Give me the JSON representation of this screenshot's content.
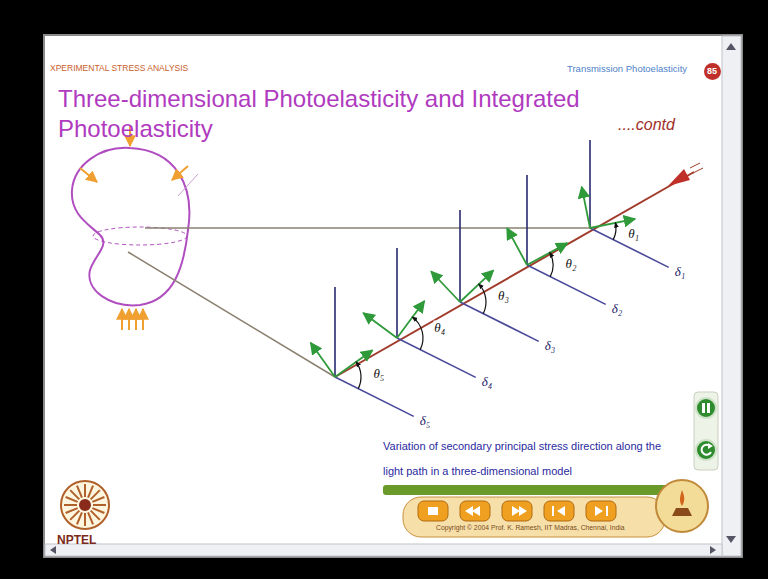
{
  "diagram": {
    "title": "Three-dimensional Photoelasticity and Integrated Photoelasticity",
    "caption": "Variation of secondary principal stress direction along the light path in a three-dimensional model",
    "nodes": [
      {
        "text": [
          "85"
        ]
      }
    ],
    "labels": [
      "XPERIMENTAL STRESS ANALYSIS",
      "Transmission Photoelasticity",
      "....contd",
      "θ₁",
      "θ₂",
      "θ₃",
      "θ₄",
      "θ₅",
      "δ₁",
      "δ₂",
      "δ₃",
      "δ₄",
      "δ₅",
      "NPTEL",
      "Copyright © 2004 Prof. K. Ramesh, IIT Madras, Chennai, India"
    ]
  }
}
